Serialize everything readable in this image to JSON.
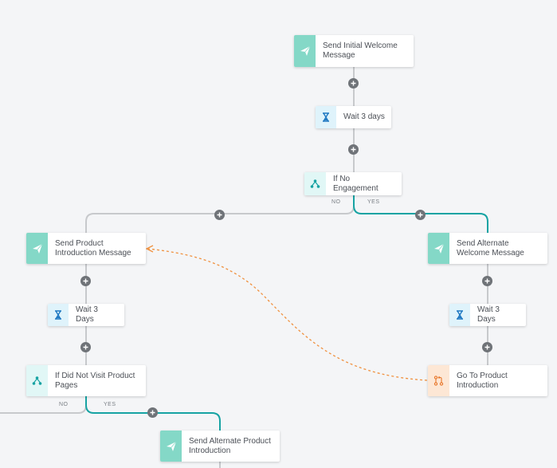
{
  "colors": {
    "background": "#f4f5f7",
    "accent_teal": "#16a3a3",
    "connector_gray": "#c7c9cc",
    "goto_link": "#f0913f",
    "send_icon_bg": "#84d8c7",
    "plus_button": "#6f7378"
  },
  "nodes": {
    "send_initial_welcome": {
      "label": "Send Initial Welcome Message",
      "icon": "paper-plane-icon"
    },
    "wait_3_days_top": {
      "label": "Wait 3 days",
      "icon": "hourglass-icon"
    },
    "if_no_engagement": {
      "label": "If No Engagement",
      "icon": "split-icon"
    },
    "send_product_intro": {
      "label": "Send Product Introduction Message",
      "icon": "paper-plane-icon"
    },
    "send_alternate_welcome": {
      "label": "Send Alternate Welcome Message",
      "icon": "paper-plane-icon"
    },
    "wait_3_days_left": {
      "label": "Wait 3 Days",
      "icon": "hourglass-icon"
    },
    "wait_3_days_right": {
      "label": "Wait 3 Days",
      "icon": "hourglass-icon"
    },
    "if_did_not_visit": {
      "label": "If Did Not Visit Product Pages",
      "icon": "split-icon"
    },
    "goto_product_intro": {
      "label": "Go To Product Introduction",
      "icon": "goto-icon"
    },
    "send_alternate_product_intro": {
      "label": "Send Alternate Product Introduction",
      "icon": "paper-plane-icon"
    }
  },
  "branch_labels": {
    "no_engagement_no": "NO",
    "no_engagement_yes": "YES",
    "did_not_visit_no": "NO",
    "did_not_visit_yes": "YES"
  }
}
